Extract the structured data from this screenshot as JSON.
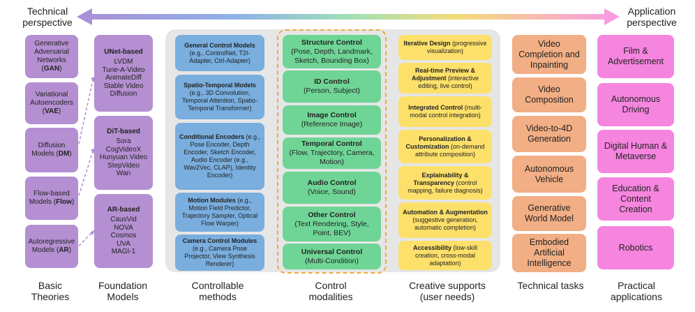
{
  "headers": {
    "left": "Technical perspective",
    "right": "Application perspective"
  },
  "column_labels": [
    "Basic Theories",
    "Foundation Models",
    "Controllable methods",
    "Control modalities",
    "Creative supports (user needs)",
    "Technical tasks",
    "Practical applications"
  ],
  "theories": [
    {
      "pre": "Generative Adversarial Networks",
      "abbr": "GAN"
    },
    {
      "pre": "Variational Autoencoders",
      "abbr": "VAE"
    },
    {
      "pre": "Diffusion Models",
      "abbr": "DM"
    },
    {
      "pre": "Flow-based Models",
      "abbr": "Flow"
    },
    {
      "pre": "Autoregressive Models",
      "abbr": "AR"
    }
  ],
  "foundation_models": [
    {
      "title": "UNet-based",
      "items": [
        "LVDM",
        "Tune-A-Video",
        "AnimateDiff",
        "Stable Video",
        "Diffusion"
      ]
    },
    {
      "title": "DiT-based",
      "items": [
        "Sora",
        "CogVideoX",
        "Hunyuan Video",
        "StepVideo",
        "Wan"
      ]
    },
    {
      "title": "AR-based",
      "items": [
        "CausVid",
        "NOVA",
        "Cosmos",
        "UVA",
        "MAGI-1"
      ]
    }
  ],
  "controllable_methods": [
    {
      "title": "General Control Models",
      "body": "(e.g., ControlNet, T2I-Adapter, Ctrl-Adapter)"
    },
    {
      "title": "Spatio-Temporal Models",
      "body": "(e.g., 3D Convolution, Temporal Attention, Spatio-Temporal Transformer)"
    },
    {
      "title": "Conditional Encoders",
      "body": "(e.g., Pose Encoder, Depth Encoder, Sketch Encoder, Audio Encoder (e.g., Wav2Vec, CLAP), Identity Encoder)"
    },
    {
      "title": "Motion Modules",
      "body": "(e.g., Motion Field Predictor, Trajectory Sampler, Optical Flow Warper)"
    },
    {
      "title": "Camera Control Modules",
      "body": "(e.g., Camera Pose Projector, View Synthesis Renderer)"
    }
  ],
  "control_modalities": [
    {
      "title": "Structure Control",
      "body": "(Pose, Depth, Landmark, Sketch, Bounding Box)"
    },
    {
      "title": "ID Control",
      "body": "(Person, Subject)"
    },
    {
      "title": "Image Control",
      "body": "(Reference Image)"
    },
    {
      "title": "Temporal Control",
      "body": "(Flow, Trajectory, Camera, Motion)"
    },
    {
      "title": "Audio Control",
      "body": "(Voice, Sound)"
    },
    {
      "title": "Other Control",
      "body": "(Text Rendering, Style, Point, BEV)"
    },
    {
      "title": "Universal Control",
      "body": "(Multi-Condition)"
    }
  ],
  "creative_supports": [
    {
      "title": "Iterative Design",
      "body": "(progressive visualization)"
    },
    {
      "title": "Real-time Preview & Adjustment",
      "body": "(interactive editing, live control)"
    },
    {
      "title": "Integrated Control",
      "body": "(multi-modal control integration)"
    },
    {
      "title": "Personalization & Customization",
      "body": "(on-demand attribute composition)"
    },
    {
      "title": "Explainability & Transparency",
      "body": "(control mapping, failure diagnosis)"
    },
    {
      "title": "Automation & Augmentation",
      "body": "(suggestive generation, automatic completion)"
    },
    {
      "title": "Accessibility",
      "body": "(low-skill creation, cross-modal adaptation)"
    }
  ],
  "technical_tasks": [
    "Video Completion and Inpainting",
    "Video Composition",
    "Video-to-4D Generation",
    "Autonomous Vehicle",
    "Generative World Model",
    "Embodied Artificial Intelligence"
  ],
  "applications": [
    "Film & Advertisement",
    "Autonomous Driving",
    "Digital Human & Metaverse",
    "Education & Content Creation",
    "Robotics"
  ],
  "colors": {
    "theory": "#b48fd1",
    "method": "#79aede",
    "modality": "#6fd596",
    "support": "#fde06a",
    "task": "#f2ae84",
    "application": "#f685df",
    "dashed": "#f2a93b"
  }
}
